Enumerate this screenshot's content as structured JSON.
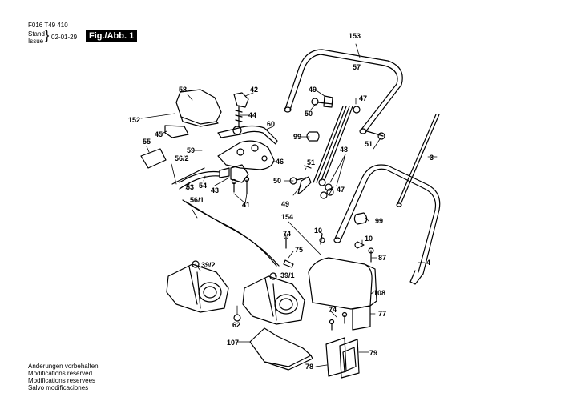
{
  "header": {
    "doc_number": "F016 T49 410",
    "stand_label": "Stand",
    "issue_label": "Issue",
    "date": "02-01-29",
    "figure_label": "Fig./Abb. 1"
  },
  "footer_notes": [
    "Änderungen vorbehalten",
    "Modifications reserved",
    "Modifications reservees",
    "Salvo modificaciones"
  ],
  "part_labels": [
    {
      "id": "153",
      "text": "153"
    },
    {
      "id": "57",
      "text": "57"
    },
    {
      "id": "58",
      "text": "58"
    },
    {
      "id": "42",
      "text": "42"
    },
    {
      "id": "152",
      "text": "152"
    },
    {
      "id": "44",
      "text": "44"
    },
    {
      "id": "45",
      "text": "45"
    },
    {
      "id": "60",
      "text": "60"
    },
    {
      "id": "55",
      "text": "55"
    },
    {
      "id": "59",
      "text": "59"
    },
    {
      "id": "56-2",
      "text": "56/2"
    },
    {
      "id": "46",
      "text": "46"
    },
    {
      "id": "53",
      "text": "53"
    },
    {
      "id": "54",
      "text": "54"
    },
    {
      "id": "43",
      "text": "43"
    },
    {
      "id": "41",
      "text": "41"
    },
    {
      "id": "56-1",
      "text": "56/1"
    },
    {
      "id": "49a",
      "text": "49"
    },
    {
      "id": "50a",
      "text": "50"
    },
    {
      "id": "47a",
      "text": "47"
    },
    {
      "id": "99a",
      "text": "99"
    },
    {
      "id": "51a",
      "text": "51"
    },
    {
      "id": "48",
      "text": "48"
    },
    {
      "id": "51b",
      "text": "51"
    },
    {
      "id": "50b",
      "text": "50"
    },
    {
      "id": "47b",
      "text": "47"
    },
    {
      "id": "49b",
      "text": "49"
    },
    {
      "id": "3",
      "text": "3"
    },
    {
      "id": "154",
      "text": "154"
    },
    {
      "id": "99b",
      "text": "99"
    },
    {
      "id": "10a",
      "text": "10"
    },
    {
      "id": "10b",
      "text": "10"
    },
    {
      "id": "74a",
      "text": "74"
    },
    {
      "id": "75",
      "text": "75"
    },
    {
      "id": "87",
      "text": "87"
    },
    {
      "id": "4",
      "text": "4"
    },
    {
      "id": "39-2",
      "text": "39/2"
    },
    {
      "id": "39-1",
      "text": "39/1"
    },
    {
      "id": "108",
      "text": "108"
    },
    {
      "id": "62",
      "text": "62"
    },
    {
      "id": "74b",
      "text": "74"
    },
    {
      "id": "77",
      "text": "77"
    },
    {
      "id": "107",
      "text": "107"
    },
    {
      "id": "79",
      "text": "79"
    },
    {
      "id": "78",
      "text": "78"
    }
  ]
}
